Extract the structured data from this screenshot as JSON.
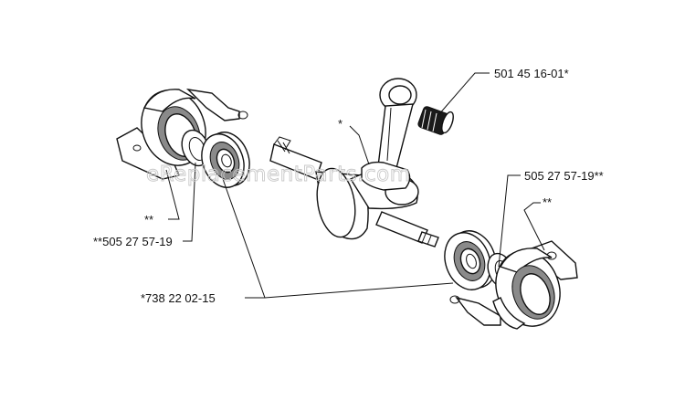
{
  "watermark": "eReplacementParts.com",
  "labels": {
    "needle_bearing": "501 45 16-01*",
    "connecting_rod_star": "*",
    "bearing_right": "505 27 57-19**",
    "right_housing_star": "**",
    "left_housing_star": "**",
    "bearing_left": "**505 27 57-19",
    "crankshaft_assy": "*738 22 02-15"
  },
  "colors": {
    "line": "#111111",
    "watermark": "#c8c8c8"
  }
}
